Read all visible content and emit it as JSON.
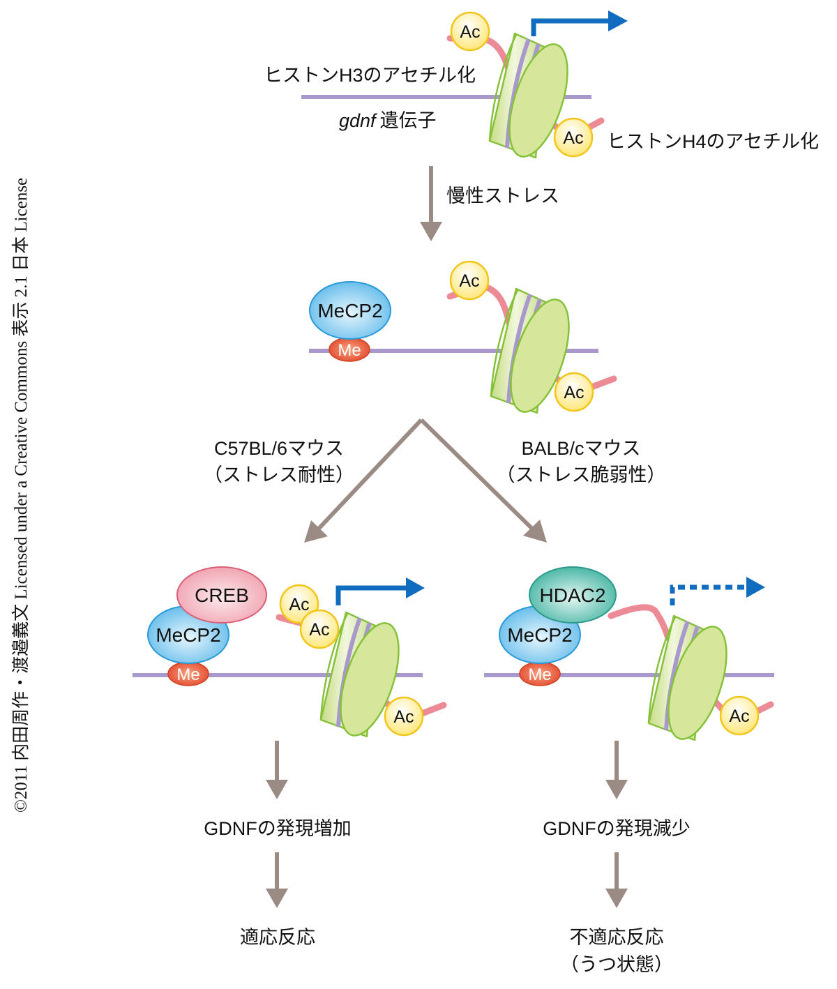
{
  "colors": {
    "dna": "#a898cc",
    "histone_tail": "#ec8a96",
    "nucleosome_fill": "#d6e79c",
    "nucleosome_stroke": "#86c13a",
    "acetyl_fill": "#fff3a8",
    "acetyl_stroke": "#f2c51a",
    "mecp2_fill": "#9fd3f2",
    "mecp2_stroke": "#2a9ad8",
    "methyl_fill": "#e8522e",
    "creb_fill": "#f6b6bf",
    "creb_stroke": "#dc5f78",
    "hdac2_fill": "#6ec7b8",
    "hdac2_stroke": "#2a9a8a",
    "transcription_arrow": "#0f6cbf",
    "flow_arrow": "#9a8b84"
  },
  "copyright": "©2011 内田周作・渡邉義文 Licensed under a Creative Commons 表示 2.1 日本 License",
  "top": {
    "h3_label": "ヒストンH3のアセチル化",
    "gene_italic": "gdnf",
    "gene_suffix": "遺伝子",
    "h4_label": "ヒストンH4のアセチル化",
    "acetyl_top": "Ac",
    "acetyl_bottom": "Ac"
  },
  "stress": {
    "label": "慢性ストレス"
  },
  "middle": {
    "mecp2": "MeCP2",
    "methyl": "Me",
    "acetyl_top": "Ac",
    "acetyl_bottom": "Ac"
  },
  "branches": {
    "left": {
      "strain": "C57BL/6マウス",
      "phenotype": "（ストレス耐性）"
    },
    "right": {
      "strain": "BALB/cマウス",
      "phenotype": "（ストレス脆弱性）"
    }
  },
  "left_panel": {
    "creb": "CREB",
    "mecp2": "MeCP2",
    "methyl": "Me",
    "acetyl_1": "Ac",
    "acetyl_2": "Ac",
    "acetyl_bottom": "Ac",
    "transcription": "active",
    "outcome_1": "GDNFの発現増加",
    "outcome_2": "適応反応"
  },
  "right_panel": {
    "hdac2": "HDAC2",
    "mecp2": "MeCP2",
    "methyl": "Me",
    "acetyl_bottom": "Ac",
    "transcription": "reduced",
    "outcome_1": "GDNFの発現減少",
    "outcome_2": "不適応反応",
    "outcome_3": "（うつ状態）"
  }
}
